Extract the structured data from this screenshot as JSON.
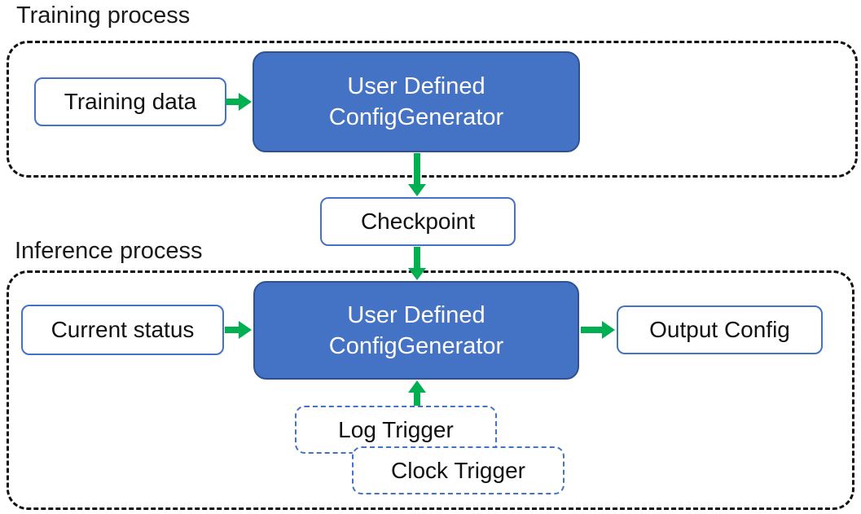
{
  "colors": {
    "blue_fill": "#4472C4",
    "blue_box_border": "#2F528F",
    "white_box_border": "#4472C4",
    "arrow_green": "#00B050",
    "container_dash": "#111111"
  },
  "training": {
    "title": "Training process",
    "input_box": "Training data",
    "generator_line1": "User Defined",
    "generator_line2": "ConfigGenerator"
  },
  "checkpoint": {
    "label": "Checkpoint"
  },
  "inference": {
    "title": "Inference process",
    "input_box": "Current status",
    "generator_line1": "User Defined",
    "generator_line2": "ConfigGenerator",
    "output_box": "Output Config",
    "log_trigger": "Log Trigger",
    "clock_trigger": "Clock Trigger"
  }
}
